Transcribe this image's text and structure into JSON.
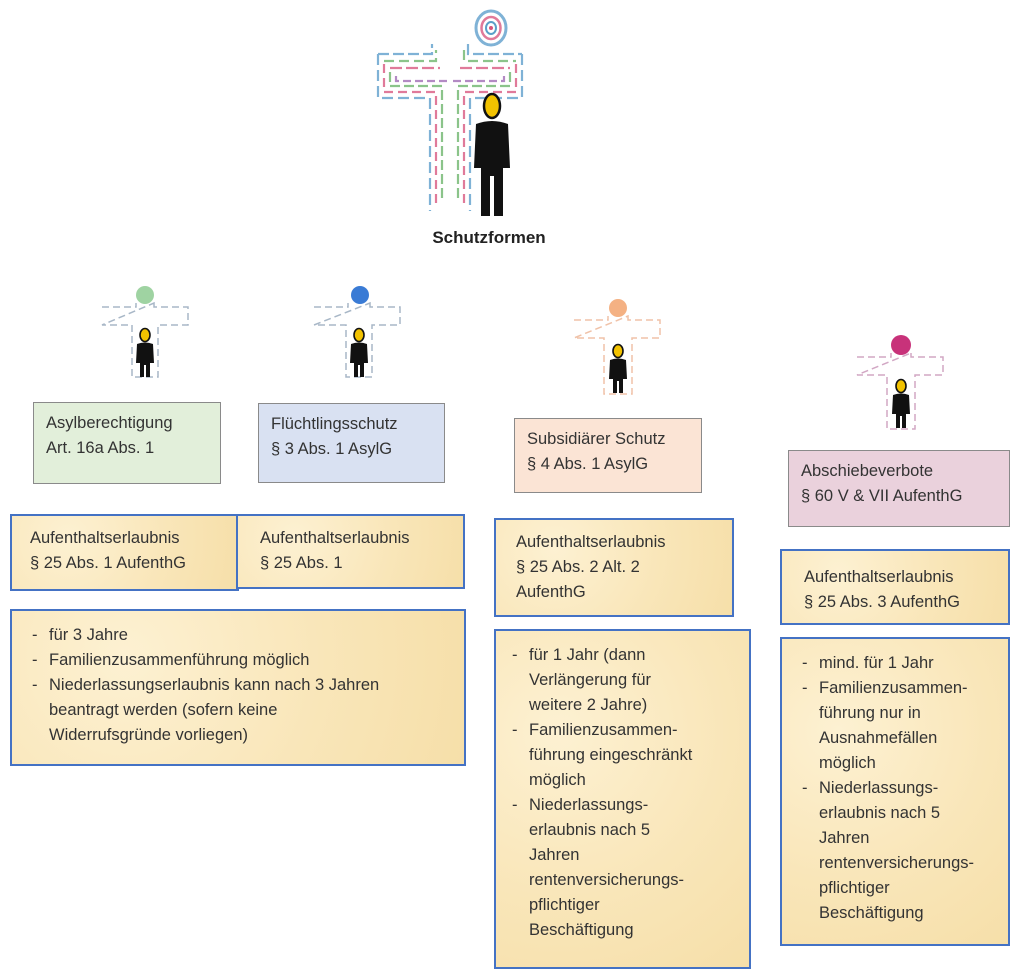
{
  "main_title": "Schutzformen",
  "colors": {
    "green": "#9fd3a2",
    "blue": "#3a7bd5",
    "orange": "#f4b183",
    "magenta": "#c8327a",
    "box_border": "#4472c4"
  },
  "forms": [
    {
      "name": "Asylberechtigung",
      "law": "Art. 16a Abs. 1",
      "permit_title": "Aufenthaltserlaubnis",
      "permit_law": "§ 25 Abs. 1 AufenthG"
    },
    {
      "name": "Flüchtlingsschutz",
      "law": "§ 3 Abs. 1 AsylG",
      "permit_title": "Aufenthaltserlaubnis",
      "permit_law": "§ 25 Abs. 1"
    },
    {
      "name": "Subsidiärer Schutz",
      "law": "§ 4 Abs. 1 AsylG",
      "permit_line1": "Aufenthaltserlaubnis",
      "permit_line2": "§ 25 Abs. 2 Alt. 2",
      "permit_line3": "AufenthG",
      "details": [
        [
          "für 1 Jahr (dann",
          "Verlängerung für",
          "weitere 2 Jahre)"
        ],
        [
          "Familienzusammen-",
          "führung eingeschränkt",
          "möglich"
        ],
        [
          "Niederlassungs-",
          "erlaubnis nach 5",
          "Jahren",
          "rentenversicherungs-",
          "pflichtiger",
          "Beschäftigung"
        ]
      ]
    },
    {
      "name": "Abschiebeverbote",
      "law": "§ 60 V & VII AufenthG",
      "permit_title": "Aufenthaltserlaubnis",
      "permit_law": "§ 25 Abs. 3 AufenthG",
      "details": [
        [
          "mind. für 1 Jahr"
        ],
        [
          "Familienzusammen-",
          "führung nur in",
          "Ausnahmefällen",
          "möglich"
        ],
        [
          "Niederlassungs-",
          "erlaubnis nach 5",
          "Jahren",
          "rentenversicherungs-",
          "pflichtiger",
          "Beschäftigung"
        ]
      ]
    }
  ],
  "shared_details": [
    [
      "für 3 Jahre"
    ],
    [
      "Familienzusammenführung möglich"
    ],
    [
      "Niederlassungserlaubnis kann nach 3 Jahren",
      "beantragt werden (sofern keine",
      "Widerrufsgründe vorliegen)"
    ]
  ]
}
